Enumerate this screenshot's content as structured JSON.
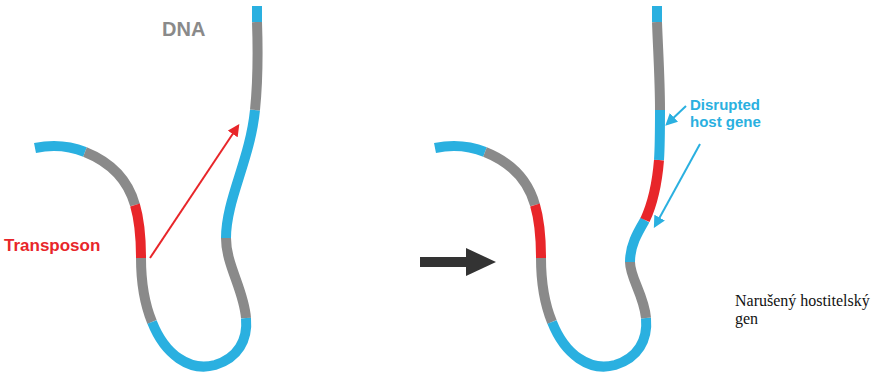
{
  "diagram": {
    "labels": [
      "DNA",
      "Transposon",
      "Disrupted host gene",
      "Narušený hostitelský gen"
    ]
  }
}
